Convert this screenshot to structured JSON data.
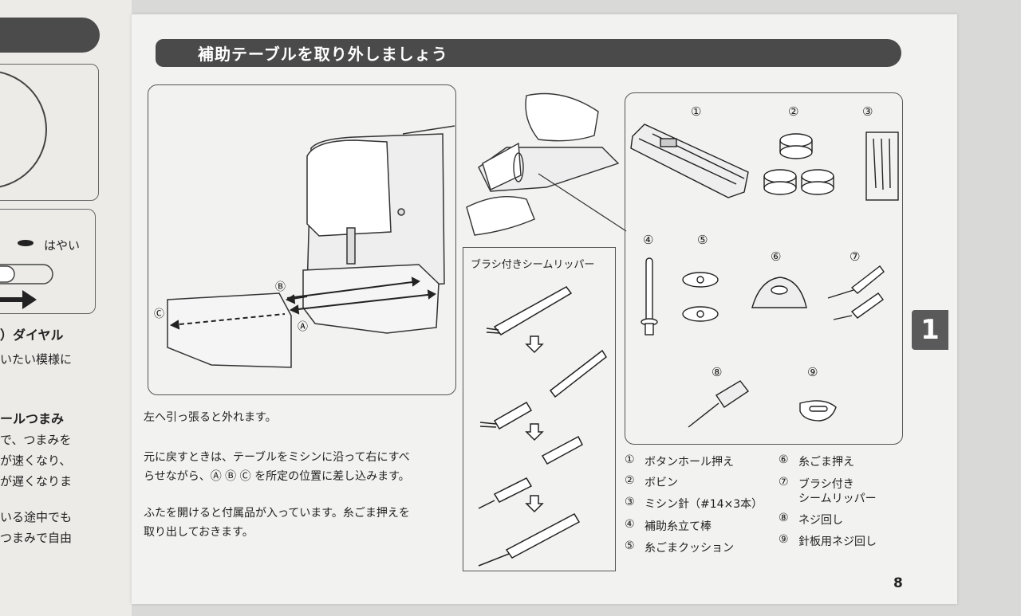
{
  "left_page": {
    "speed_label": "はやい",
    "dial_heading": "）ダイヤル",
    "dial_text": "いたい模様に",
    "knob_heading": "ールつまみ",
    "knob_lines": [
      "で、つまみを",
      "が速くなり、",
      "が遅くなりま"
    ],
    "extra_lines": [
      "いる途中でも",
      "つまみで自由"
    ]
  },
  "title": "補助テーブルを取り外しましょう",
  "diagram_labels": {
    "a": "Ⓐ",
    "b": "Ⓑ",
    "c": "Ⓒ"
  },
  "body": {
    "p1": "左へ引っ張ると外れます。",
    "p2_line1": "元に戻すときは、テーブルをミシンに沿って右にすべ",
    "p2_line2": "らせながら、Ⓐ Ⓑ Ⓒ を所定の位置に差し込みます。",
    "p3_line1": "ふたを開けると付属品が入っています。糸ごま押えを",
    "p3_line2": "取り出しておきます。"
  },
  "brush_ripper_label": "ブラシ付きシームリッパー",
  "accessory_numbers": [
    "①",
    "②",
    "③",
    "④",
    "⑤",
    "⑥",
    "⑦",
    "⑧",
    "⑨"
  ],
  "legend": [
    {
      "num": "①",
      "label": "ボタンホール押え"
    },
    {
      "num": "②",
      "label": "ボビン"
    },
    {
      "num": "③",
      "label": "ミシン針（#14×3本）"
    },
    {
      "num": "④",
      "label": "補助糸立て棒"
    },
    {
      "num": "⑤",
      "label": "糸ごまクッション"
    },
    {
      "num": "⑥",
      "label": "糸ごま押え"
    },
    {
      "num": "⑦",
      "label": "ブラシ付き",
      "label2": "シームリッパー"
    },
    {
      "num": "⑧",
      "label": "ネジ回し"
    },
    {
      "num": "⑨",
      "label": "針板用ネジ回し"
    }
  ],
  "chapter_tab": "1",
  "page_number": "8"
}
